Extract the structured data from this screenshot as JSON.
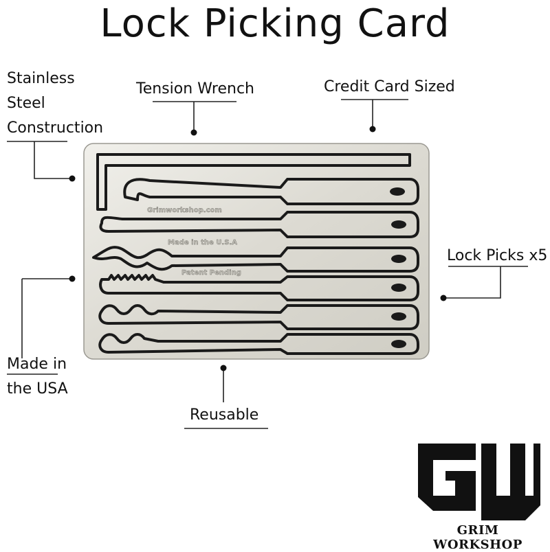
{
  "title": "Lock Picking Card",
  "callouts": {
    "stainless": [
      "Stainless",
      "Steel",
      "Construction"
    ],
    "tension": "Tension Wrench",
    "credit": "Credit Card Sized",
    "picks": "Lock Picks x5",
    "made": [
      "Made in",
      "the USA"
    ],
    "reusable": "Reusable"
  },
  "card": {
    "engravings": [
      "Grimworkshop.com",
      "Made in the U.S.A",
      "Patent Pending"
    ]
  },
  "logo": {
    "monogram": "GW",
    "name": "GRIM WORKSHOP"
  },
  "colors": {
    "card": "#dedcd4",
    "outline": "#1a1a1a",
    "text": "#111111"
  }
}
